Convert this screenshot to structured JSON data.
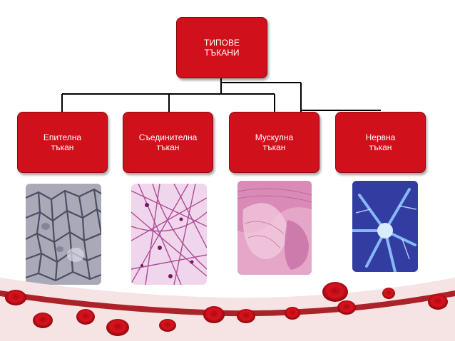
{
  "root": {
    "line1": "ТИПОВЕ",
    "line2": "ТЪКАНИ"
  },
  "children": [
    {
      "line1": "Епителна",
      "line2": "тъкан"
    },
    {
      "line1": "Съединителна",
      "line2": "тъкан"
    },
    {
      "line1": "Мускулна",
      "line2": "тъкан"
    },
    {
      "line1": "Нервна",
      "line2": "тъкан"
    }
  ],
  "colors": {
    "box": "#d0101a",
    "blood": "#c8101a"
  },
  "images": [
    "epithelial-tissue-micrograph",
    "connective-tissue-micrograph",
    "muscle-tissue-micrograph",
    "nerve-tissue-micrograph"
  ]
}
